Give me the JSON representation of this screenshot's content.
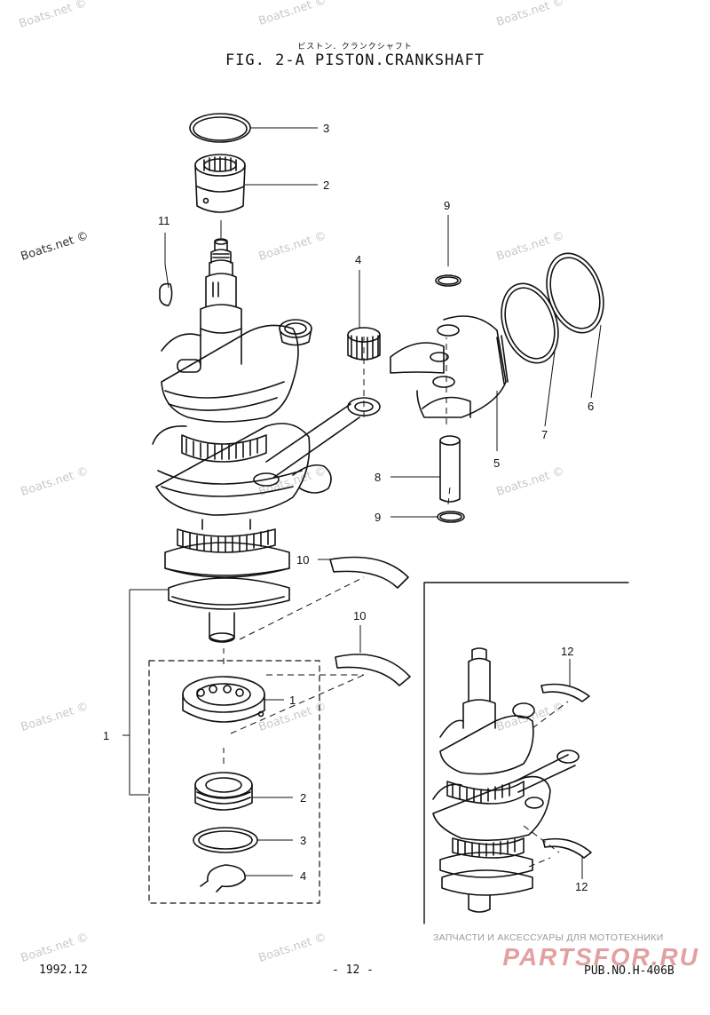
{
  "header": {
    "subtitle_jp": "ピストン．クランクシャフト",
    "title": "FIG.  2-A PISTON.CRANKSHAFT"
  },
  "callouts": [
    {
      "id": "c3a",
      "label": "3"
    },
    {
      "id": "c2a",
      "label": "2"
    },
    {
      "id": "c11",
      "label": "11"
    },
    {
      "id": "c9a",
      "label": "9"
    },
    {
      "id": "c4a",
      "label": "4"
    },
    {
      "id": "c6",
      "label": "6"
    },
    {
      "id": "c7",
      "label": "7"
    },
    {
      "id": "c5",
      "label": "5"
    },
    {
      "id": "c8",
      "label": "8"
    },
    {
      "id": "c9b",
      "label": "9"
    },
    {
      "id": "c10a",
      "label": "10"
    },
    {
      "id": "c10b",
      "label": "10"
    },
    {
      "id": "c1group",
      "label": "1"
    },
    {
      "id": "c1",
      "label": "1"
    },
    {
      "id": "c2b",
      "label": "2"
    },
    {
      "id": "c3b",
      "label": "3"
    },
    {
      "id": "c4b",
      "label": "4"
    },
    {
      "id": "c12a",
      "label": "12"
    },
    {
      "id": "c12b",
      "label": "12"
    }
  ],
  "footer": {
    "date": "1992.12",
    "page": "- 12 -",
    "pub": "PUB.NO.H-406B"
  },
  "watermarks": [
    "Boats.net ©",
    "Boats.net ©",
    "Boats.net ©",
    "Boats.net ©",
    "Boats.net ©",
    "Boats.net ©",
    "Boats.net ©",
    "Boats.net ©",
    "Boats.net ©",
    "Boats.net ©",
    "Boats.net ©",
    "Boats.net ©",
    "Boats.net ©",
    "Boats.net ©"
  ],
  "brand": {
    "tagline": "ЗАПЧАСТИ И АКСЕССУАРЫ ДЛЯ МОТОТЕХНИКИ",
    "logo": "PARTSFOR.RU"
  }
}
